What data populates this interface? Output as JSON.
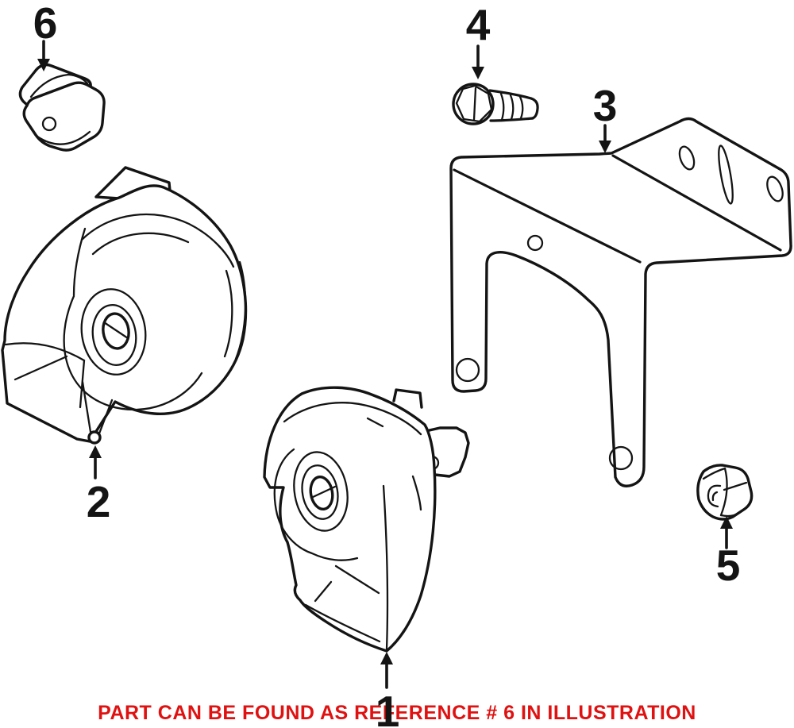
{
  "figure": {
    "background": "#ffffff",
    "line_color": "#141414",
    "callouts": [
      {
        "number": "1"
      },
      {
        "number": "2"
      },
      {
        "number": "3"
      },
      {
        "number": "4"
      },
      {
        "number": "5"
      },
      {
        "number": "6"
      }
    ],
    "note": {
      "text": "PART CAN BE FOUND AS REFERENCE # 6 IN ILLUSTRATION",
      "color": "#e01111"
    }
  }
}
